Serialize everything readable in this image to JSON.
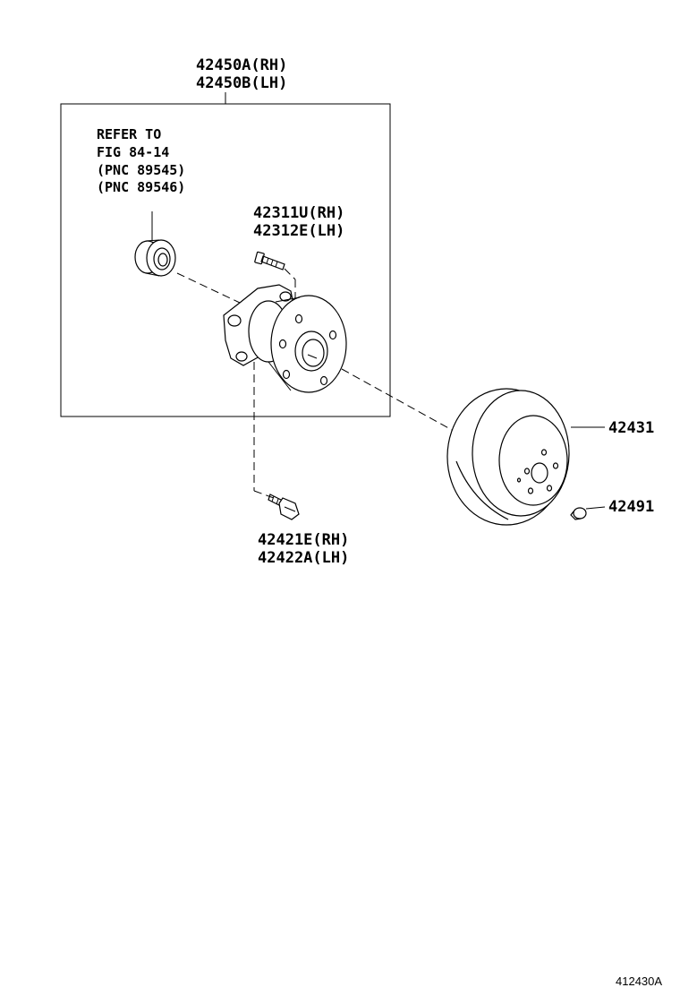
{
  "diagram": {
    "hub_assembly": {
      "part_rh": "42450A(RH)",
      "part_lh": "42450B(LH)"
    },
    "reference_note": {
      "line1": "REFER TO",
      "line2": "FIG 84-14",
      "line3": "(PNC 89545)",
      "line4": "(PNC 89546)"
    },
    "hub_bolt": {
      "part_rh": "42311U(RH)",
      "part_lh": "42312E(LH)"
    },
    "mount_bolt": {
      "part_rh": "42421E(RH)",
      "part_lh": "42422A(LH)"
    },
    "disc": {
      "part": "42431"
    },
    "disc_screw": {
      "part": "42491"
    },
    "figure_id": "412430A"
  }
}
